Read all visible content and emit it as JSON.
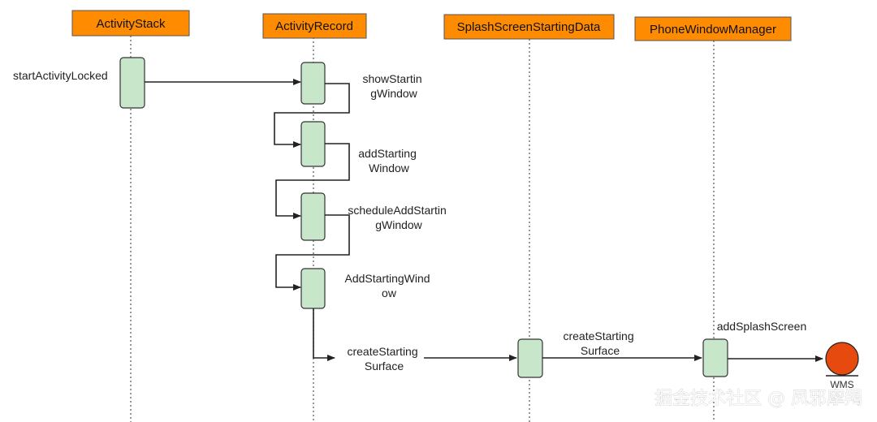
{
  "colors": {
    "participant_fill": "#ff8c00",
    "participant_stroke": "#555555",
    "activation_fill": "#c8e6c9",
    "activation_stroke": "#333333",
    "wms_fill": "#e64a0e",
    "lifeline": "#555555",
    "arrow": "#222222"
  },
  "participants": {
    "activity_stack": "ActivityStack",
    "activity_record": "ActivityRecord",
    "splash_data": "SplashScreenStartingData",
    "phone_window_manager": "PhoneWindowManager"
  },
  "messages": {
    "start_activity_locked": "startActivityLocked",
    "show_starting_window": [
      "showStartin",
      "gWindow"
    ],
    "add_starting_window": [
      "addStarting",
      "Window"
    ],
    "schedule_add_starting_window": [
      "scheduleAddStartin",
      "gWindow"
    ],
    "add_starting_wind_ow": [
      "AddStartingWind",
      "ow"
    ],
    "create_starting_surface_1": [
      "createStarting",
      "Surface"
    ],
    "create_starting_surface_2": [
      "createStarting",
      "Surface"
    ],
    "add_splash_screen": "addSplashScreen"
  },
  "endpoint": {
    "label": "WMS",
    "icon": "entity-circle-icon"
  },
  "watermark": "掘金技术社区 @ 凤邪摩羯"
}
